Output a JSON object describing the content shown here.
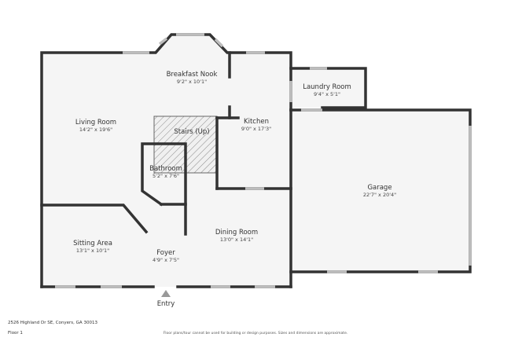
{
  "rooms": {
    "breakfast_nook": {
      "name": "Breakfast Nook",
      "dims": "9'2\" x 10'1\""
    },
    "living_room": {
      "name": "Living Room",
      "dims": "14'2\" x 19'6\""
    },
    "kitchen": {
      "name": "Kitchen",
      "dims": "9'0\" x 17'3\""
    },
    "laundry_room": {
      "name": "Laundry Room",
      "dims": "9'4\" x 5'1\""
    },
    "stairs": {
      "name": "Stairs (Up)"
    },
    "bathroom": {
      "name": "Bathroom",
      "dims": "5'2\" x 7'6\""
    },
    "garage": {
      "name": "Garage",
      "dims": "22'7\" x 20'4\""
    },
    "dining_room": {
      "name": "Dining Room",
      "dims": "13'0\" x 14'1\""
    },
    "sitting_area": {
      "name": "Sitting Area",
      "dims": "13'1\" x 10'1\""
    },
    "foyer": {
      "name": "Foyer",
      "dims": "4'9\" x 7'5\""
    }
  },
  "entry_label": "Entry",
  "footer": {
    "address": "2526 Highland Dr SE, Conyers, GA 30013",
    "floor": "Floor 1",
    "disclaimer": "Floor plans/tour cannot be used for building or design purposes. Sizes and dimensions are approximate."
  },
  "colors": {
    "wall": "#333333",
    "floor": "#f5f5f5",
    "window": "#bdbdbd",
    "stairs_hatch": "#8a8a8a"
  }
}
